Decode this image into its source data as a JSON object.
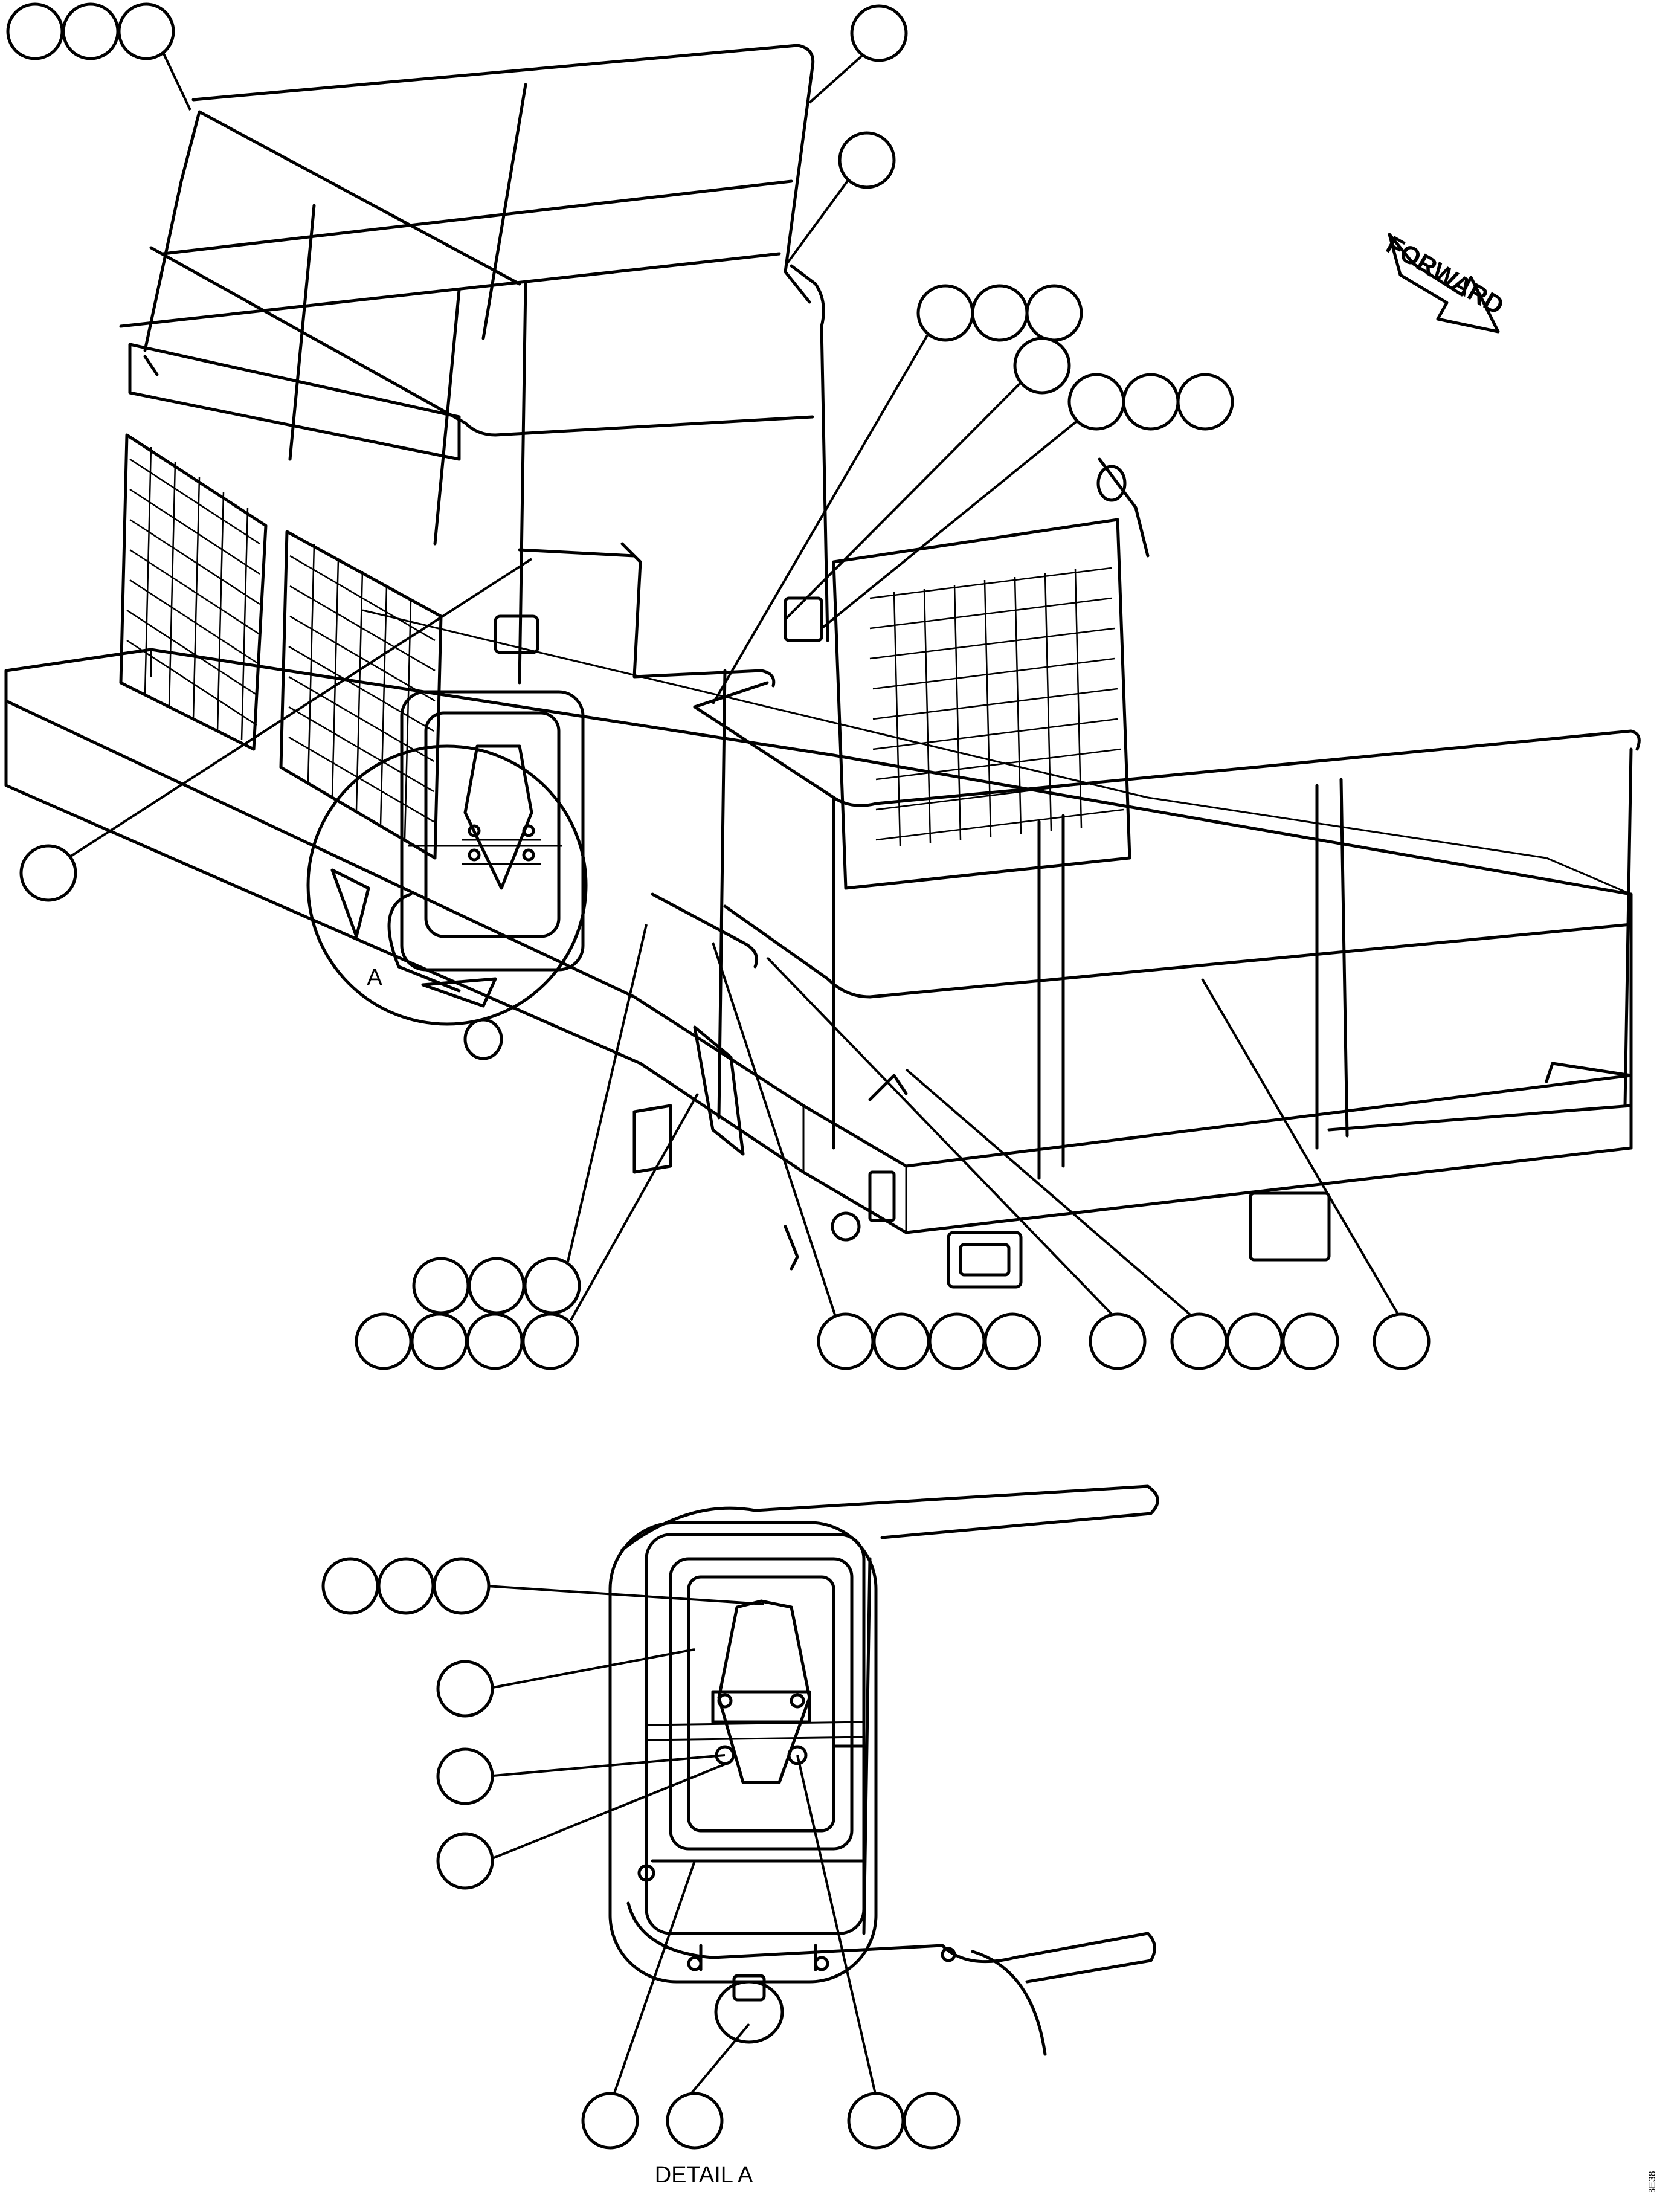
{
  "labels": {
    "forward": "FORWARD",
    "view_letter": "A",
    "detail_caption": "DETAIL A",
    "figure_number": "8E38"
  },
  "colors": {
    "line": "#000000",
    "background": "#ffffff"
  }
}
